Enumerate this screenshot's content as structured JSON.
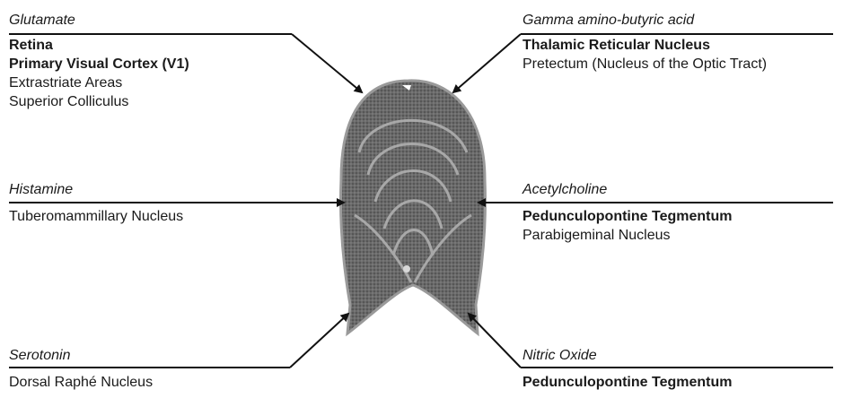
{
  "groups": [
    {
      "id": "glutamate",
      "title": "Glutamate",
      "regions": [
        {
          "text": "Retina",
          "bold": true
        },
        {
          "text": "Primary Visual Cortex (V1)",
          "bold": true
        },
        {
          "text": "Extrastriate Areas",
          "bold": false
        },
        {
          "text": "Superior Colliculus",
          "bold": false
        }
      ]
    },
    {
      "id": "gaba",
      "title": "Gamma amino-butyric acid",
      "regions": [
        {
          "text": "Thalamic Reticular Nucleus",
          "bold": true
        },
        {
          "text": "Pretectum (Nucleus of the Optic Tract)",
          "bold": false
        }
      ]
    },
    {
      "id": "histamine",
      "title": "Histamine",
      "regions": [
        {
          "text": "Tuberomammillary Nucleus",
          "bold": false
        }
      ]
    },
    {
      "id": "acetylcholine",
      "title": "Acetylcholine",
      "regions": [
        {
          "text": "Pedunculopontine Tegmentum",
          "bold": true
        },
        {
          "text": "Parabigeminal Nucleus",
          "bold": false
        }
      ]
    },
    {
      "id": "serotonin",
      "title": "Serotonin",
      "regions": [
        {
          "text": "Dorsal Raphé Nucleus",
          "bold": false
        }
      ]
    },
    {
      "id": "nitric-oxide",
      "title": "Nitric Oxide",
      "regions": [
        {
          "text": "Pedunculopontine Tegmentum",
          "bold": true
        }
      ]
    }
  ],
  "colors": {
    "line": "#111111",
    "tissue_dark": "#5a5a5a",
    "tissue_light": "#a9a9a9"
  }
}
